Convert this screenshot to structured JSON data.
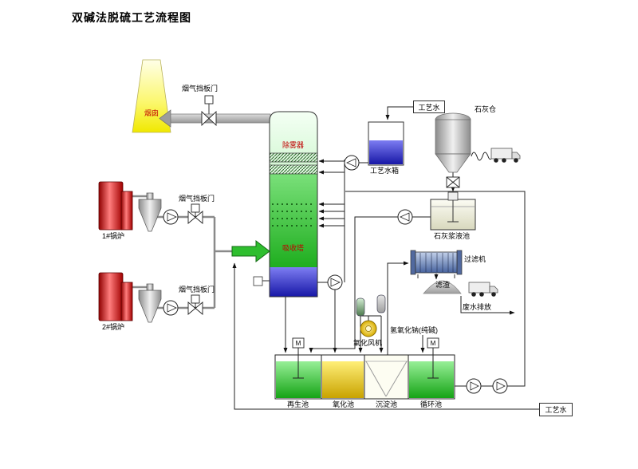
{
  "title": "双碱法脱硫工艺流程图",
  "labels": {
    "chimney": "烟囱",
    "flue_damper_1": "烟气挡板门",
    "flue_damper_2": "烟气挡板门",
    "flue_damper_3": "烟气挡板门",
    "demister": "除雾器",
    "absorber_tower": "吸收塔",
    "boiler_1": "1#锅炉",
    "boiler_2": "2#锅炉",
    "process_water_box_top": "工艺水",
    "process_water_tank": "工艺水箱",
    "lime_silo": "石灰仓",
    "lime_slurry_tank": "石灰浆液池",
    "filter_machine": "过滤机",
    "filter_cake": "滤渣",
    "waste_water": "废水排放",
    "oxidation_fan": "氧化风机",
    "naoh": "氢氧化钠(纯碱)",
    "mixer_1": "M",
    "mixer_2": "M",
    "regeneration_tank": "再生池",
    "oxidation_tank": "氧化池",
    "settling_tank": "沉淀池",
    "circulation_tank": "循环池",
    "process_water_box_bottom": "工艺水"
  },
  "colors": {
    "chimney_yellow": "#f0e800",
    "boiler_red": "#a00000",
    "tower_green": "#1fae1f",
    "tower_sump_blue": "#1717a6",
    "water_blue": "#1717a6",
    "lime_gray": "#9e9e9e",
    "oxidation_yellow": "#c9a300",
    "tank_green": "#15a415",
    "label_red": "#c00000"
  }
}
